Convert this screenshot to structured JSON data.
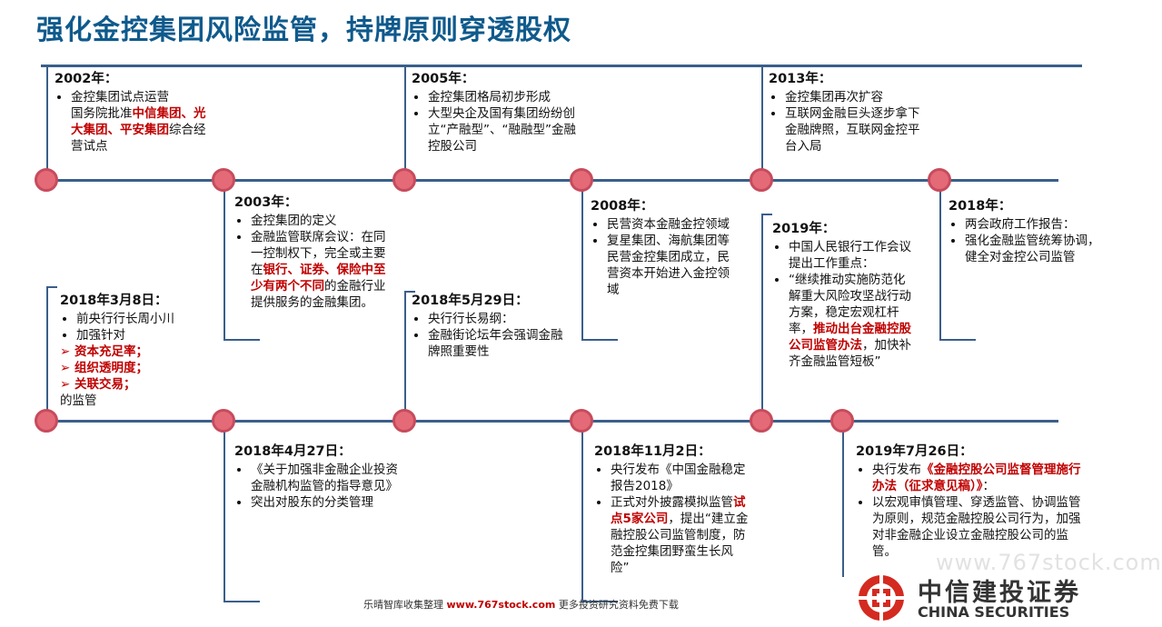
{
  "title": "强化金控集团风险监管，持牌原则穿透股权",
  "cards": {
    "c2002": {
      "date": "2002年：",
      "b1": "金控集团试点运营",
      "b2a": "国务院批准",
      "b2r": "中信集团、光大集团、平安集团",
      "b2b": "综合经营试点"
    },
    "c2003": {
      "date": "2003年：",
      "b1": "金控集团的定义",
      "b2a": "金融监管联席会议：在同一控制权下，完全或主要在",
      "b2r": "银行、证券、保险中至少有两个不同",
      "b2b": "的金融行业提供服务的金融集团。"
    },
    "c2005": {
      "date": "2005年：",
      "b1": "金控集团格局初步形成",
      "b2": "大型央企及国有集团纷纷创立“产融型”、“融融型”金融控股公司"
    },
    "c2008": {
      "date": "2008年：",
      "b1": "民营资本金融金控领域",
      "b2": "复星集团、海航集团等民营金控集团成立，民营资本开始进入金控领域"
    },
    "c2013": {
      "date": "2013年：",
      "b1": "金控集团再次扩容",
      "b2": "互联网金融巨头逐步拿下金融牌照，互联网金控平台入局"
    },
    "c2018": {
      "date": "2018年：",
      "b1": "两会政府工作报告：",
      "b2": "强化金融监管统筹协调，健全对金控公司监管"
    },
    "c2019": {
      "date": "2019年：",
      "b1": "中国人民银行工作会议提出工作重点：",
      "b2a": "“继续推动实施防范化解重大风险攻坚战行动方案，稳定宏观杠杆率，",
      "b2r": "推动出台金融控股公司监管办法",
      "b2b": "，加快补齐金融监管短板”"
    },
    "c0308": {
      "date": "2018年3月8日：",
      "b1": "前央行行长周小川",
      "b2": "加强针对",
      "a1": "➢ 资本充足率；",
      "a2": "➢ 组织透明度；",
      "a3": "➢ 关联交易；",
      "tail": "的监管"
    },
    "c0529": {
      "date": "2018年5月29日：",
      "b1": "央行行长易纲：",
      "b2": "金融街论坛年会强调金融牌照重要性"
    },
    "c0427": {
      "date": "2018年4月27日：",
      "b1": "《关于加强非金融企业投资金融机构监管的指导意见》",
      "b2": "突出对股东的分类管理"
    },
    "c1102": {
      "date": "2018年11月2日：",
      "b1": "央行发布《中国金融稳定报告2018》",
      "b2a": "正式对外披露模拟监管",
      "b2r": "试点5家公司",
      "b2b": "，提出“建立金融控股公司监管制度，防范金控集团野蛮生长风险”"
    },
    "c0726": {
      "date": "2019年7月26日：",
      "b1a": "央行发布",
      "b1r": "《金融控股公司监督管理施行办法（征求意见稿）》",
      "b1b": "：",
      "b2": "以宏观审慎管理、穿透监管、协调监管为原则，规范金融控股公司行为，加强对非金融企业设立金融控股公司的监管。"
    }
  },
  "footer": {
    "a": "乐晴智库收集整理 ",
    "url": "www.767stock.com",
    "b": " 更多投资研究资料免费下载"
  },
  "logo": {
    "cn": "中信建投证券",
    "en": "CHINA SECURITIES",
    "icon": "citic-logo-icon"
  },
  "watermark": "www.767stock.com",
  "colors": {
    "title": "#0f5a8c",
    "line": "#3a5f8a",
    "dot": "#e46a78",
    "highlight": "#c00000"
  }
}
